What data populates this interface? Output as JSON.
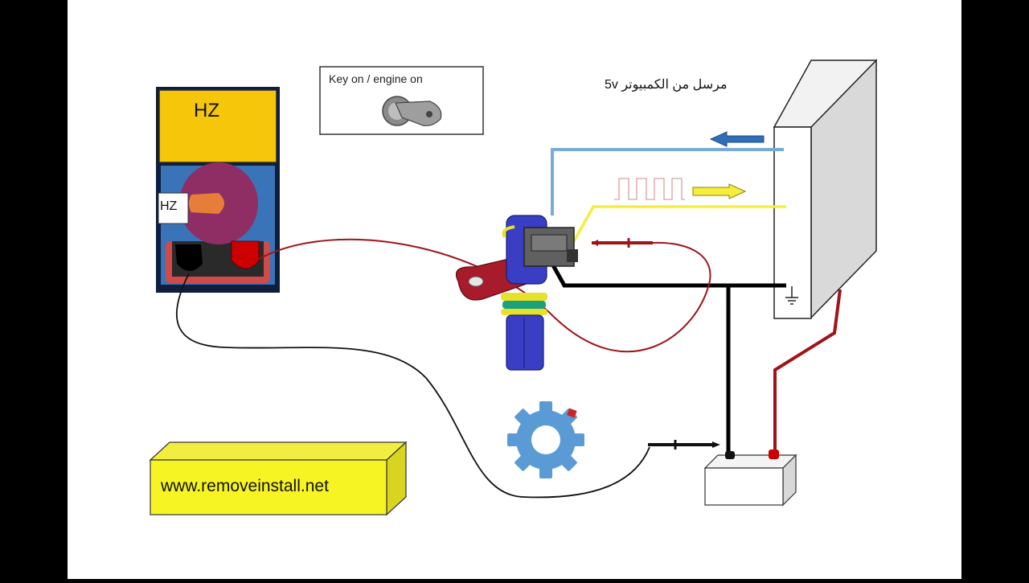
{
  "meter": {
    "display_text": "HZ",
    "mode_label": "HZ"
  },
  "key_box": {
    "label": "Key on / engine on"
  },
  "ecu": {
    "note": "مرسل من الكمبيوتر 5v"
  },
  "banner": {
    "website": "www.removeinstall.net"
  },
  "colors": {
    "reference_wire": "#7aaad6",
    "signal_wire": "#f5ee3c",
    "ground_wire": "#000000",
    "positive_wire": "#a0131a",
    "meter_display": "#f5c60a",
    "meter_dial": "#8e2e65",
    "sensor_body": "#3a3ec4",
    "sensor_bracket": "#a81b2a",
    "gear": "#5b9bd5",
    "banner": "#f7f423"
  }
}
